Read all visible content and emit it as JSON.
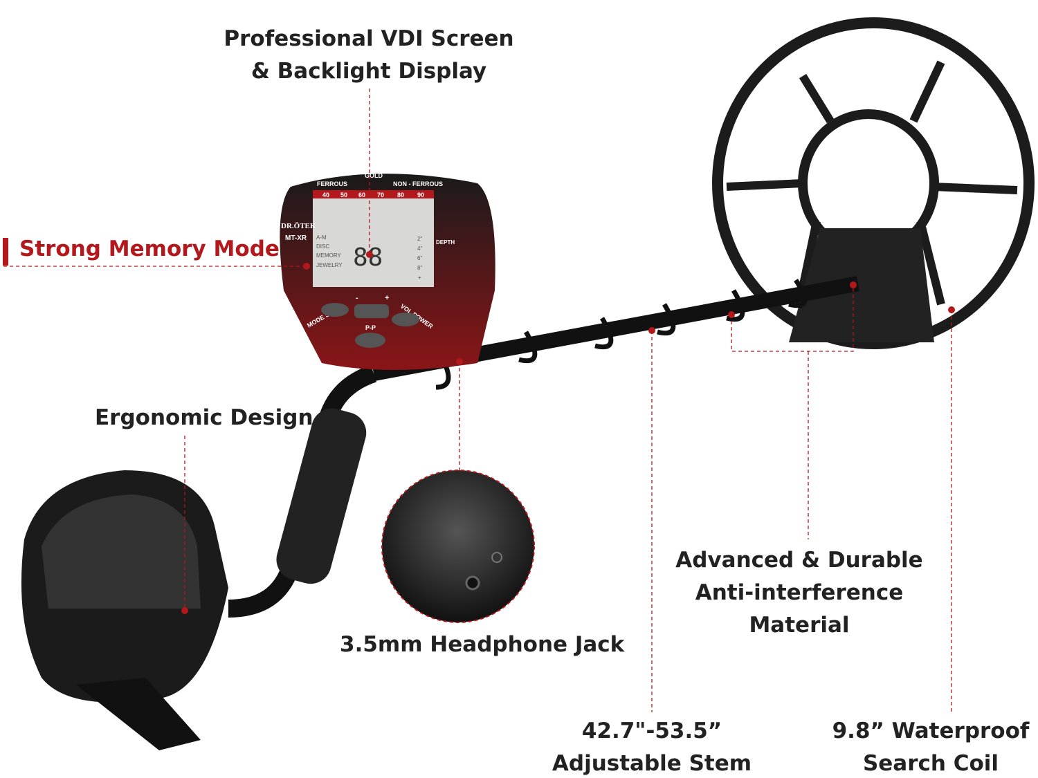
{
  "labels": {
    "vdi_line1": "Professional VDI Screen",
    "vdi_line2": "& Backlight Display",
    "memory": "Strong Memory Mode",
    "ergonomic": "Ergonomic Design",
    "headphone": "3.5mm Headphone Jack",
    "material_line1": "Advanced & Durable",
    "material_line2": "Anti-interference",
    "material_line3": "Material",
    "stem_line1": "42.7\"-53.5”",
    "stem_line2": "Adjustable Stem",
    "coil_line1": "9.8”  Waterproof",
    "coil_line2": "Search Coil"
  },
  "panel": {
    "brand": "DR.ÖTEK",
    "model": "MT-XR",
    "gold": "GOLD",
    "ferrous": "FERROUS",
    "non_ferrous": "NON - FERROUS",
    "scale": [
      "40",
      "50",
      "60",
      "70",
      "80",
      "90"
    ],
    "modes": [
      "A-M",
      "DISC",
      "MEMORY",
      "JEWELRY"
    ],
    "digits": "88",
    "depth": "DEPTH",
    "depth_marks": [
      "2\"",
      "4\"",
      "6\"",
      "8\"",
      "+"
    ],
    "btn_mode_sens": "MODE SENS",
    "btn_minus": "-",
    "btn_plus": "+",
    "btn_vol_power": "VOL POWER",
    "btn_pp": "P-P"
  },
  "colors": {
    "accent": "#b3181c",
    "text": "#222222",
    "body": "#1a1a1a"
  }
}
